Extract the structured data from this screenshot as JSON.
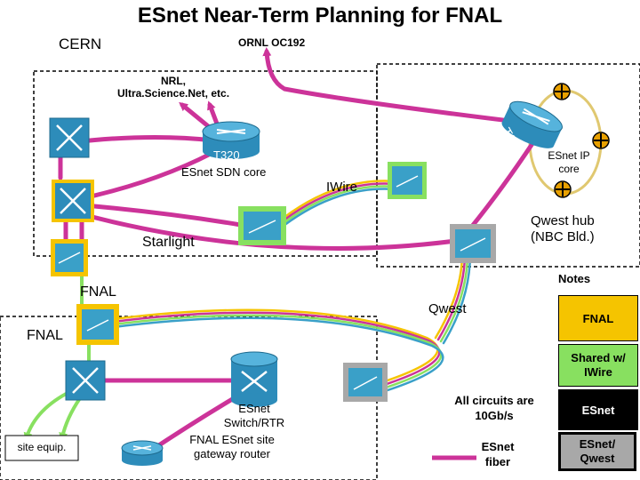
{
  "title": "ESnet Near-Term Planning for FNAL",
  "labels": {
    "cern": "CERN",
    "ornl": "ORNL OC192",
    "nrl_line1": "NRL,",
    "nrl_line2": "Ultra.Science.Net, etc.",
    "t320_left": "T320",
    "t320_right": "T320",
    "sdn_core": "ESnet SDN core",
    "ip_core_line1": "ESnet IP",
    "ip_core_line2": "core",
    "iwire": "IWire",
    "qwest_hub_line1": "Qwest hub",
    "qwest_hub_line2": "(NBC Bld.)",
    "starlight": "Starlight",
    "fnal_upper": "FNAL",
    "fnal_lower": "FNAL",
    "qwest": "Qwest",
    "site_equip": "site equip.",
    "switch_line1": "ESnet",
    "switch_line2": "Switch/RTR",
    "gateway_line1": "FNAL ESnet site",
    "gateway_line2": "gateway router"
  },
  "legend": {
    "notes": "Notes",
    "fnal": "FNAL",
    "shared_line1": "Shared w/",
    "shared_line2": "IWire",
    "esnet": "ESnet",
    "esnet_qwest_line1": "ESnet/",
    "esnet_qwest_line2": "Qwest",
    "circuits_line1": "All circuits are",
    "circuits_line2": "10Gb/s",
    "fiber_line1": "ESnet",
    "fiber_line2": "fiber"
  },
  "colors": {
    "esnet_fiber": "#cc3399",
    "site_link": "#88e060",
    "fnal_box": "#f5c400",
    "device_blue": "#3aa0c8",
    "ip_ring": "#e0c870",
    "ring_node": "#e8a000"
  },
  "icons": [
    "router-icon",
    "switch-icon",
    "optical-mux-icon",
    "ring-node-icon",
    "arrow-icon"
  ]
}
